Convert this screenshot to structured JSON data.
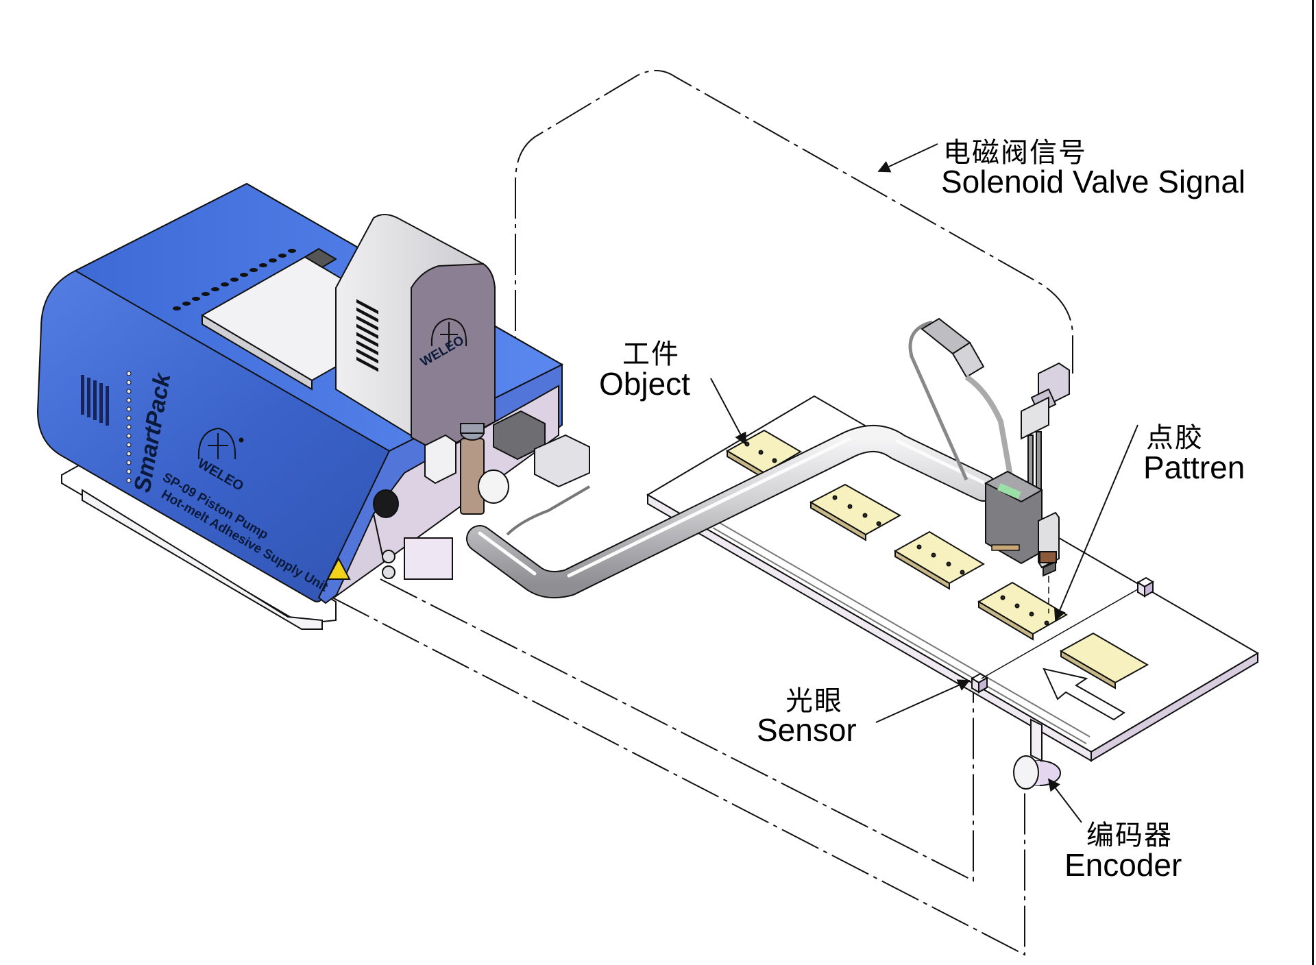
{
  "diagram": {
    "title": "Hot-melt adhesive dispensing system layout",
    "colors": {
      "pump_body": "#3a62c9",
      "pump_body_light": "#5b86ea",
      "pump_body_dark": "#27459a",
      "panel_lilac": "#d8cfe0",
      "hopper_grey": "#e4e4e6",
      "hose_silver": "#c9c9cc",
      "object_pad": "#f6f1bf",
      "conveyor": "#ffffff",
      "line": "#111111"
    },
    "labels": {
      "solenoid": {
        "cn": "电磁阀信号",
        "en": "Solenoid Valve Signal"
      },
      "object": {
        "cn": "工件",
        "en": "Object"
      },
      "pattern": {
        "cn": "点胶",
        "en": "Pattren"
      },
      "sensor": {
        "cn": "光眼",
        "en": "Sensor"
      },
      "encoder": {
        "cn": "编码器",
        "en": "Encoder"
      }
    },
    "pump_unit": {
      "brand": "WELEO",
      "series": "SmartPack",
      "model": "SP-09 Piston Pump",
      "description": "Hot-melt Adhesive Supply Unit",
      "hopper_brand": "WELEO"
    },
    "conveyor": {
      "object_count": 5,
      "flow_direction": "toward upper-left"
    }
  }
}
